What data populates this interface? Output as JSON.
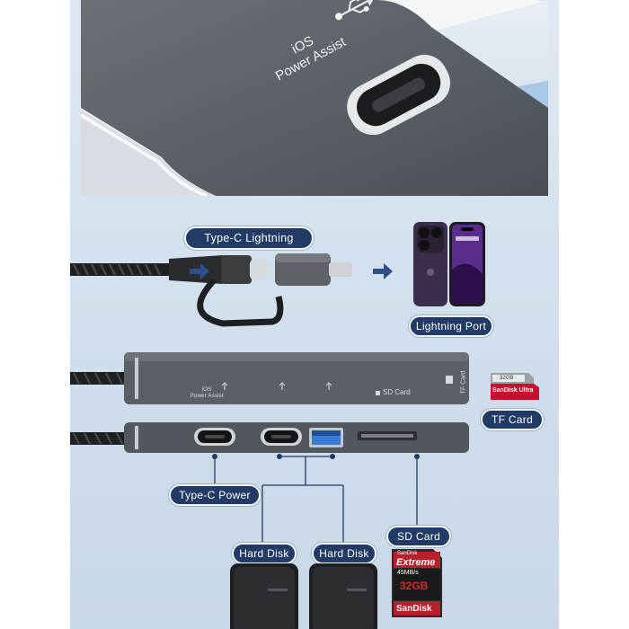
{
  "top_closeup": {
    "engraving_line1": "iOS",
    "engraving_line2": "Power Assist"
  },
  "adapter": {
    "label": "Type-C   Lightning",
    "output_label": "Lightning Port"
  },
  "hub_top": {
    "port1_line1": "iOS",
    "port1_line2": "Power Assist",
    "sd_label": "SD Card",
    "tf_label": "TF Card"
  },
  "tf_card": {
    "callout": "TF   Card",
    "brand": "SanDisk Ultra",
    "capacity": "32GB"
  },
  "callouts": {
    "typec_power": "Type-C  Power",
    "hard_disk_1": "Hard Disk",
    "hard_disk_2": "Hard Disk",
    "sd_card": "SD   Card"
  },
  "sd_card": {
    "line1": "SanDisk",
    "line2": "Extreme",
    "speed": "45MB/s",
    "capacity": "32GB",
    "brand": "SanDisk"
  },
  "colors": {
    "pill": "#213a66",
    "aluminum": "#5b6066",
    "usb_a_blue": "#3a7bd5",
    "arrow": "#2d4f8a"
  }
}
